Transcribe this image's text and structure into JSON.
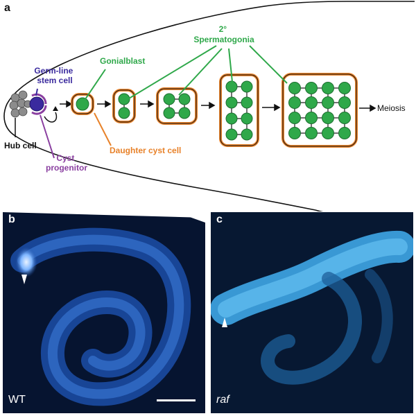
{
  "panel_a": {
    "letter": "a",
    "labels": {
      "germline_line1": "Germ-line",
      "germline_line2": "stem cell",
      "hub": "Hub cell",
      "cyst_line1": "Cyst",
      "cyst_line2": "progenitor",
      "gonialblast": "Gonialblast",
      "spermatogonia_line1": "2°",
      "spermatogonia_line2": "Spermatogonia",
      "daughter": "Daughter cyst cell",
      "meiosis": "Meiosis"
    },
    "colors": {
      "germline": "#3a2a9e",
      "cyst": "#8a3fa0",
      "green": "#2fa84a",
      "orange": "#e8822a",
      "hub": "#8c8c8c"
    }
  },
  "panel_b": {
    "letter": "b",
    "caption": "WT"
  },
  "panel_c": {
    "letter": "c",
    "caption": "raf"
  }
}
